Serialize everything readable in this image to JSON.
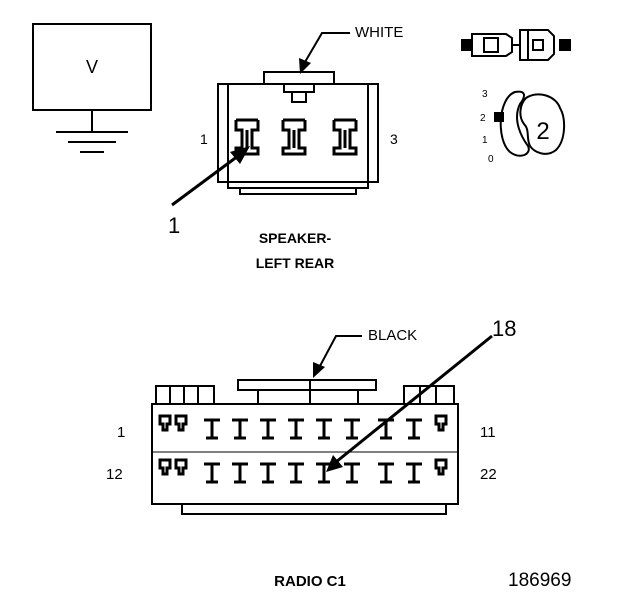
{
  "meter": {
    "label": "V"
  },
  "speaker_connector": {
    "color_label": "WHITE",
    "pin_left": "1",
    "pin_right": "3",
    "callout": "1",
    "title_line1": "SPEAKER-",
    "title_line2": "LEFT REAR"
  },
  "selector": {
    "positions": [
      "3",
      "2",
      "1",
      "0"
    ],
    "value": "2"
  },
  "radio_connector": {
    "color_label": "BLACK",
    "callout": "18",
    "pin_top_left": "1",
    "pin_top_right": "11",
    "pin_bottom_left": "12",
    "pin_bottom_right": "22",
    "title": "RADIO C1"
  },
  "figure_number": "186969"
}
